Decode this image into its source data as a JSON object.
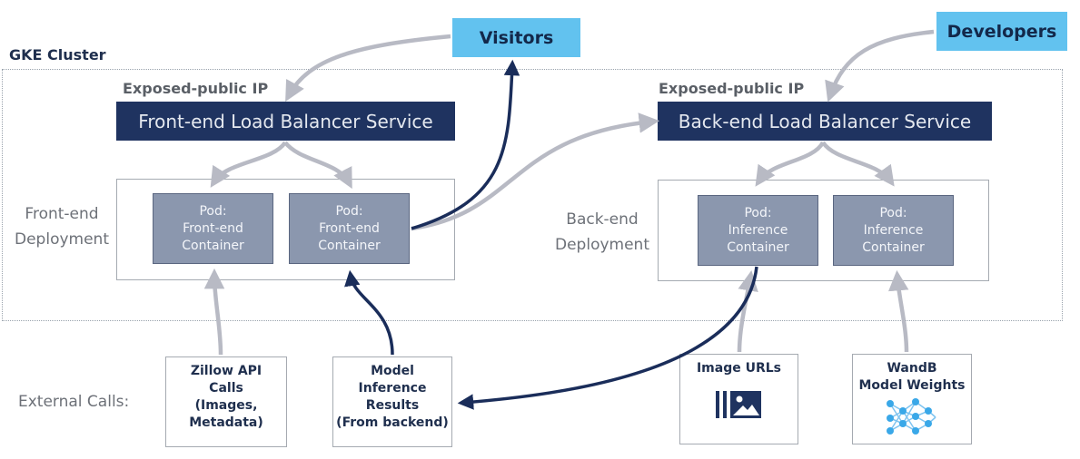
{
  "cluster": {
    "label": "GKE Cluster"
  },
  "actors": {
    "visitors": "Visitors",
    "developers": "Developers"
  },
  "frontend": {
    "exposed": "Exposed-public IP",
    "lb": "Front-end Load Balancer Service",
    "deployment": [
      "Front-end",
      "Deployment"
    ],
    "pods": [
      [
        "Pod:",
        "Front-end",
        "Container"
      ],
      [
        "Pod:",
        "Front-end",
        "Container"
      ]
    ]
  },
  "backend": {
    "exposed": "Exposed-public IP",
    "lb": "Back-end Load Balancer Service",
    "deployment": [
      "Back-end",
      "Deployment"
    ],
    "pods": [
      [
        "Pod:",
        "Inference",
        "Container"
      ],
      [
        "Pod:",
        "Inference",
        "Container"
      ]
    ]
  },
  "external": {
    "label": "External Calls:",
    "boxes": [
      [
        "Zillow API",
        "Calls",
        "(Images,",
        "Metadata)"
      ],
      [
        "Model",
        "Inference",
        "Results",
        "(From backend)"
      ],
      [
        "Image URLs"
      ],
      [
        "WandB",
        "Model Weights"
      ]
    ]
  },
  "icons": {
    "image": "image-gallery-icon",
    "network": "neural-network-icon"
  },
  "colors": {
    "navy": "#1f3360",
    "pod": "#8b97ae",
    "actor": "#62c2ef",
    "arrow_gray": "#b8bac4",
    "arrow_dark": "#1a2d5a"
  }
}
